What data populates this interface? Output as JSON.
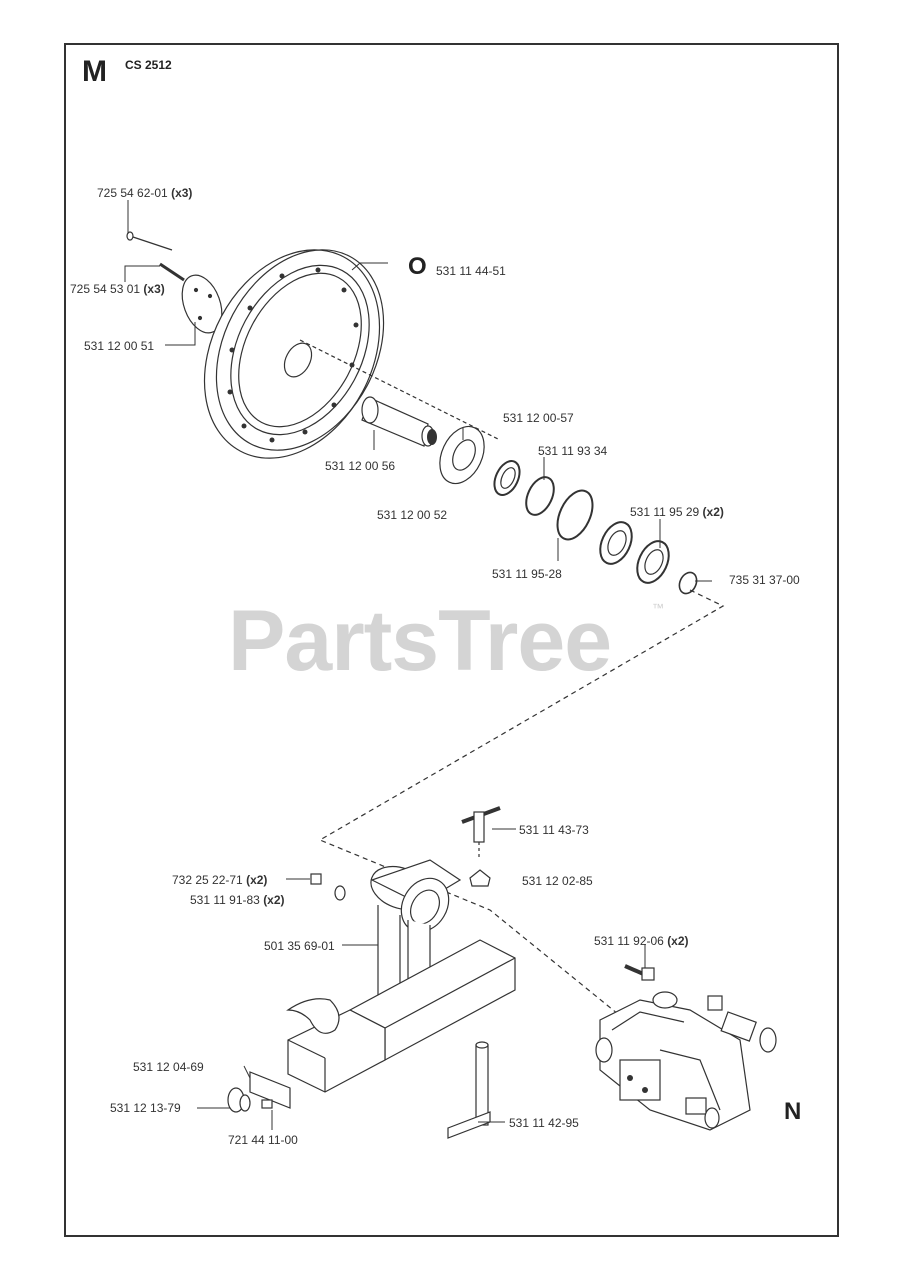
{
  "section": {
    "letter": "M",
    "model": "CS 2512"
  },
  "callouts": {
    "O": "O",
    "N": "N"
  },
  "watermark": {
    "text": "PartsTree",
    "tm": "™"
  },
  "parts": {
    "p1": {
      "number": "725 54 62-01",
      "qty": "(x3)"
    },
    "p2": {
      "number": "725 54 53 01",
      "qty": "(x3)"
    },
    "p3": {
      "number": "531 12 00 51",
      "qty": ""
    },
    "p4": {
      "number": "531 11 44-51",
      "qty": ""
    },
    "p5": {
      "number": "531 12 00-57",
      "qty": ""
    },
    "p6": {
      "number": "531 12 00 56",
      "qty": ""
    },
    "p7": {
      "number": "531 11 93 34",
      "qty": ""
    },
    "p8": {
      "number": "531 12 00 52",
      "qty": ""
    },
    "p9": {
      "number": "531 11 95 29",
      "qty": "(x2)"
    },
    "p10": {
      "number": "531 11 95-28",
      "qty": ""
    },
    "p11": {
      "number": "735 31 37-00",
      "qty": ""
    },
    "p12": {
      "number": "531 11 43-73",
      "qty": ""
    },
    "p13": {
      "number": "732 25 22-71",
      "qty": "(x2)"
    },
    "p14": {
      "number": "531 12 02-85",
      "qty": ""
    },
    "p15": {
      "number": "531 11 91-83",
      "qty": "(x2)"
    },
    "p16": {
      "number": "501 35 69-01",
      "qty": ""
    },
    "p17": {
      "number": "531 11 92-06",
      "qty": "(x2)"
    },
    "p18": {
      "number": "531 12 04-69",
      "qty": ""
    },
    "p19": {
      "number": "531 12 13-79",
      "qty": ""
    },
    "p20": {
      "number": "531 11 42-95",
      "qty": ""
    },
    "p21": {
      "number": "721 44 11-00",
      "qty": ""
    }
  }
}
